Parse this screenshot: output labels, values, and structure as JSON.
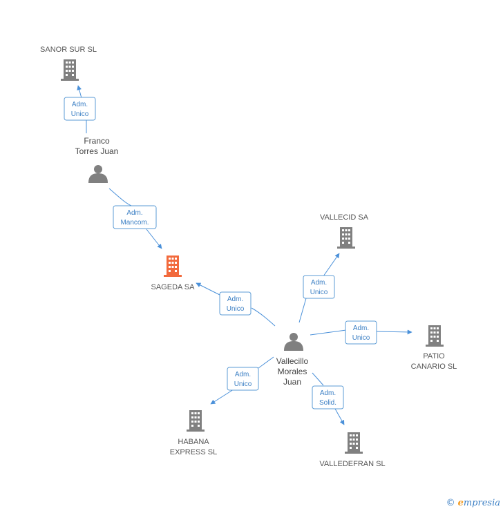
{
  "colors": {
    "company": "#808080",
    "focus_company": "#f26a3d",
    "person": "#808080",
    "edge": "#4a90d9"
  },
  "nodes": {
    "sanor": {
      "label": [
        "SANOR SUR SL"
      ],
      "type": "company"
    },
    "franco": {
      "label": [
        "Franco",
        "Torres Juan"
      ],
      "type": "person"
    },
    "sageda": {
      "label": [
        "SAGEDA SA"
      ],
      "type": "focus-company"
    },
    "vallecid": {
      "label": [
        "VALLECID SA"
      ],
      "type": "company"
    },
    "vallecillo": {
      "label": [
        "Vallecillo",
        "Morales",
        "Juan"
      ],
      "type": "person"
    },
    "patio": {
      "label": [
        "PATIO",
        "CANARIO SL"
      ],
      "type": "company"
    },
    "habana": {
      "label": [
        "HABANA",
        "EXPRESS SL"
      ],
      "type": "company"
    },
    "valledefran": {
      "label": [
        "VALLEDEFRAN SL"
      ],
      "type": "company"
    }
  },
  "edges": [
    {
      "id": "franco-sanor",
      "label": [
        "Adm.",
        "Unico"
      ]
    },
    {
      "id": "franco-sageda",
      "label": [
        "Adm.",
        "Mancom."
      ]
    },
    {
      "id": "vallecillo-sageda",
      "label": [
        "Adm.",
        "Unico"
      ]
    },
    {
      "id": "vallecillo-vallecid",
      "label": [
        "Adm.",
        "Unico"
      ]
    },
    {
      "id": "vallecillo-patio",
      "label": [
        "Adm.",
        "Unico"
      ]
    },
    {
      "id": "vallecillo-habana",
      "label": [
        "Adm.",
        "Unico"
      ]
    },
    {
      "id": "vallecillo-valledefran",
      "label": [
        "Adm.",
        "Solid."
      ]
    }
  ],
  "footer": {
    "copyright": "©",
    "brand_initial": "e",
    "brand_rest": "mpresia"
  }
}
